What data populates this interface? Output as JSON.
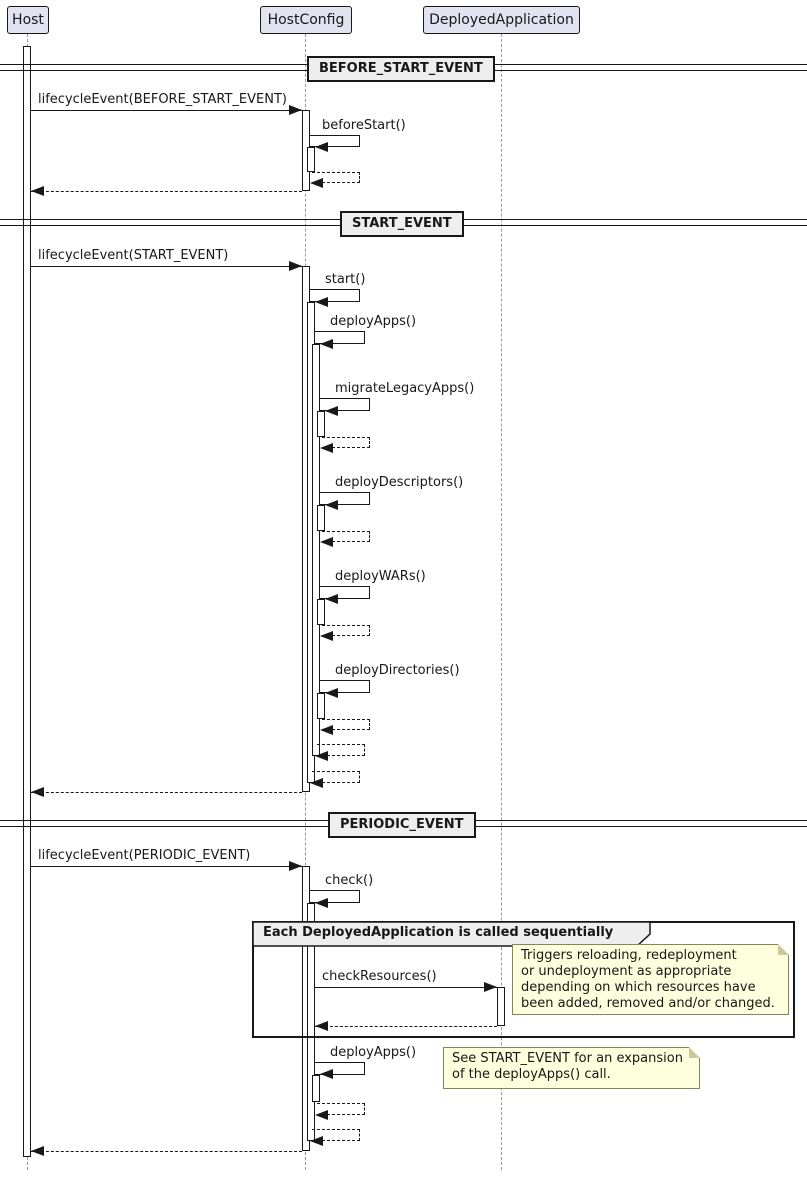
{
  "participants": [
    {
      "label": "Host"
    },
    {
      "label": "HostConfig"
    },
    {
      "label": "DeployedApplication"
    }
  ],
  "dividers": [
    {
      "label": "BEFORE_START_EVENT"
    },
    {
      "label": "START_EVENT"
    },
    {
      "label": "PERIODIC_EVENT"
    }
  ],
  "messages": {
    "lifecycle_before_start": "lifecycleEvent(BEFORE_START_EVENT)",
    "before_start": "beforeStart()",
    "lifecycle_start": "lifecycleEvent(START_EVENT)",
    "start": "start()",
    "deploy_apps": "deployApps()",
    "migrate_legacy_apps": "migrateLegacyApps()",
    "deploy_descriptors": "deployDescriptors()",
    "deploy_wars": "deployWARs()",
    "deploy_directories": "deployDirectories()",
    "lifecycle_periodic": "lifecycleEvent(PERIODIC_EVENT)",
    "check": "check()",
    "check_resources": "checkResources()",
    "deploy_apps_periodic": "deployApps()"
  },
  "group": {
    "label": "Each DeployedApplication is called sequentially"
  },
  "notes": {
    "check_resources_note": {
      "lines": [
        "Triggers reloading, redeployment",
        "or undeployment as appropriate",
        "depending on which resources have",
        "been added, removed and/or changed."
      ]
    },
    "deploy_apps_note": {
      "lines": [
        "See START_EVENT for an expansion",
        "of the deployApps() call."
      ]
    }
  },
  "colors": {
    "participant_fill": "#E2E2F0",
    "note_fill": "#FEFFDD",
    "divider_fill": "#EEEEEE",
    "line": "#181818",
    "lifeline": "#999999"
  }
}
